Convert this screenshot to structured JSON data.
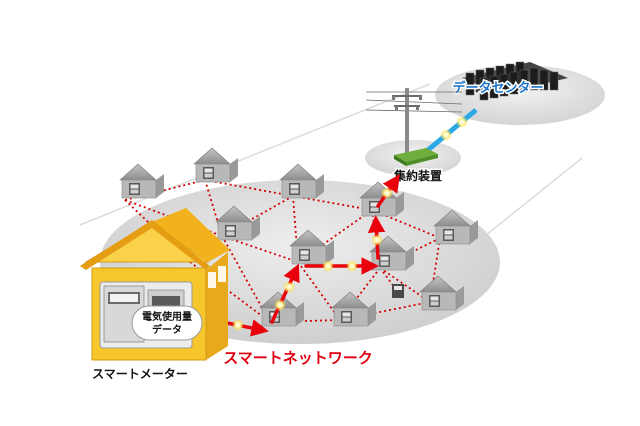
{
  "labels": {
    "data_center": "データセンター",
    "concentrator": "集約装置",
    "smart_meter": "スマートメーター",
    "usage_data_line1": "電気使用量",
    "usage_data_line2": "データ",
    "smart_network": "スマートネットワーク"
  },
  "colors": {
    "network_area": "#d6d6d6",
    "mesh_link": "#d40000",
    "data_route": "#e8000a",
    "optical_link": "#2aa8e6",
    "house_main": "#f6c62c",
    "house_roof": "#f2b21c",
    "house_gray": "#a9a9a9",
    "meter_body": "#ececec",
    "label_blue": "#1a73c9",
    "label_red": "#e00010"
  },
  "icons": {
    "utility_pole": "utility-pole-icon",
    "server_racks": "server-rack-icon",
    "concentrator": "concentrator-device-icon",
    "house": "house-icon",
    "meter": "smart-meter-icon"
  }
}
